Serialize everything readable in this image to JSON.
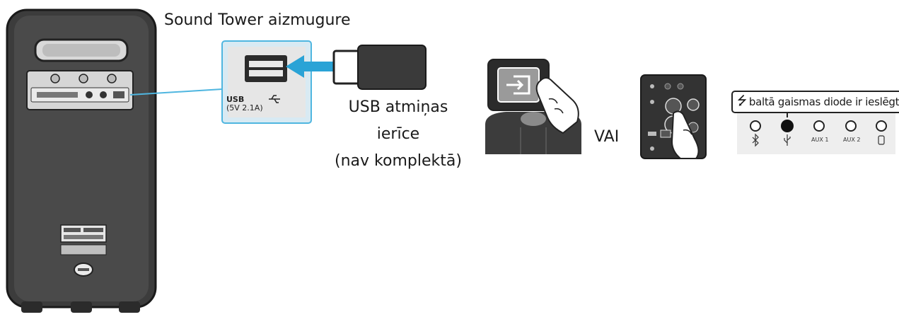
{
  "labels": {
    "tower_back": "Sound Tower aizmugure",
    "usb_port": "USB",
    "usb_rating": "(5V 2.1A)",
    "usb_device_line1": "USB atmiņas",
    "usb_device_line2": "ierīce",
    "usb_device_line3": "(nav komplektā)",
    "or": "VAI",
    "indicator": "baltā gaismas diode ir ieslēgta"
  },
  "led_panel": {
    "items": [
      {
        "label": "AUX 1"
      },
      {
        "label": "AUX 2"
      }
    ]
  },
  "colors": {
    "device_dark": "#3c3c3c",
    "usb_highlight": "#d8eaf3",
    "arrow_blue": "#2aa3d6",
    "line_blue": "#4fb6e0"
  }
}
